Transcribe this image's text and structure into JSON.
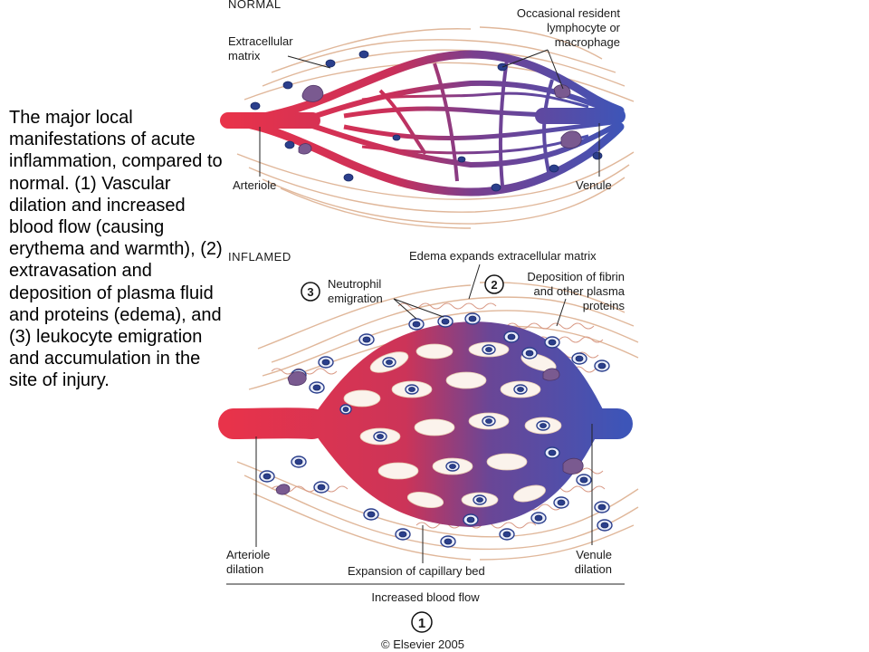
{
  "caption": "The major local manifestations of acute inflammation, compared to normal. (1) Vascular dilation and increased blood flow (causing erythema and warmth), (2) extravasation and deposition of plasma fluid and proteins (edema), and (3) leukocyte emigration and accumulation in the site of injury.",
  "normal": {
    "title": "NORMAL",
    "extracellular_matrix": [
      "Extracellular",
      "matrix"
    ],
    "resident_cells": [
      "Occasional resident",
      "lymphocyte or",
      "macrophage"
    ],
    "arteriole": "Arteriole",
    "venule": "Venule"
  },
  "inflamed": {
    "title": "INFLAMED",
    "edema": "Edema expands extracellular matrix",
    "neutrophil": [
      "Neutrophil",
      "emigration"
    ],
    "neutrophil_number": "3",
    "deposition_number": "2",
    "deposition": [
      "Deposition of fibrin",
      "and other plasma",
      "proteins"
    ],
    "arteriole_dilation": [
      "Arteriole",
      "dilation"
    ],
    "capillary_expansion": "Expansion of capillary bed",
    "venule_dilation": [
      "Venule",
      "dilation"
    ],
    "blood_flow": "Increased blood flow",
    "blood_flow_number": "1"
  },
  "copyright": "© Elsevier 2005",
  "colors": {
    "arterial": "#e8334a",
    "venous": "#3d55b8",
    "matrix": "#e0b79a"
  }
}
